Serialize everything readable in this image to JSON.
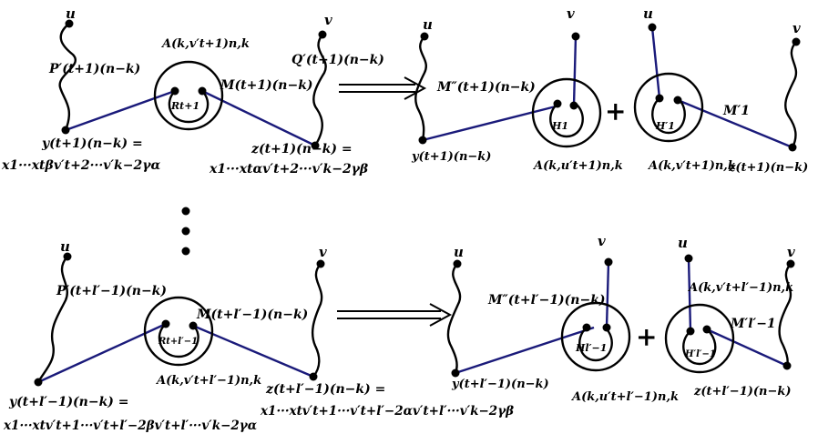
{
  "top_row": {
    "left_panel": {
      "vertex_u": "u",
      "vertex_v": "v",
      "path_p": "P′(t+1)(n−k)",
      "path_q": "Q′(t+1)(n−k)",
      "hub_label": "A(k,v′t+1)n,k",
      "inner_label": "Rt+1",
      "edge_m": "M(t+1)(n−k)",
      "y_label": "y(t+1)(n−k) =",
      "y_value": "x1···xtβv′t+2···v′k−2γα",
      "z_label": "z(t+1)(n−k) =",
      "z_value": "x1···xtαv′t+2···v′k−2γβ"
    },
    "right_panel_a": {
      "vertex_u": "u",
      "vertex_v": "v",
      "path_m": "M″(t+1)(n−k)",
      "inner_label": "H1",
      "y_label": "y(t+1)(n−k)",
      "hub_label": "A(k,u′t+1)n,k"
    },
    "plus": "+",
    "right_panel_b": {
      "vertex_u": "u",
      "vertex_v": "v",
      "inner_label": "H′1",
      "edge_m": "M′1",
      "hub_label": "A(k,v′t+1)n,k",
      "z_label": "z(t+1)(n−k)"
    }
  },
  "bottom_row": {
    "left_panel": {
      "vertex_u": "u",
      "vertex_v": "v",
      "path_p": "P′(t+l′−1)(n−k)",
      "edge_m": "M(t+l′−1)(n−k)",
      "inner_label": "Rt+l′−1",
      "hub_label": "A(k,v′t+l′−1)n,k",
      "y_label": "y(t+l′−1)(n−k) =",
      "y_value": "x1···xtv′t+1···v′t+l′−2βv′t+l′···v′k−2γα",
      "z_label": "z(t+l′−1)(n−k) =",
      "z_value": "x1···xtv′t+1···v′t+l′−2αv′t+l′···v′k−2γβ"
    },
    "right_panel_a": {
      "vertex_u": "u",
      "vertex_v": "v",
      "path_m": "M″(t+l′−1)(n−k)",
      "inner_label": "Hl′−1",
      "y_label": "y(t+l′−1)(n−k)",
      "hub_label": "A(k,u′t+l′−1)n,k"
    },
    "plus": "+",
    "right_panel_b": {
      "vertex_u": "u",
      "vertex_v": "v",
      "hub_label": "A(k,v′t+l′−1)n,k",
      "edge_m": "M′l′−1",
      "inner_label": "H′l′−1",
      "z_label": "z(t+l′−1)(n−k)"
    }
  }
}
